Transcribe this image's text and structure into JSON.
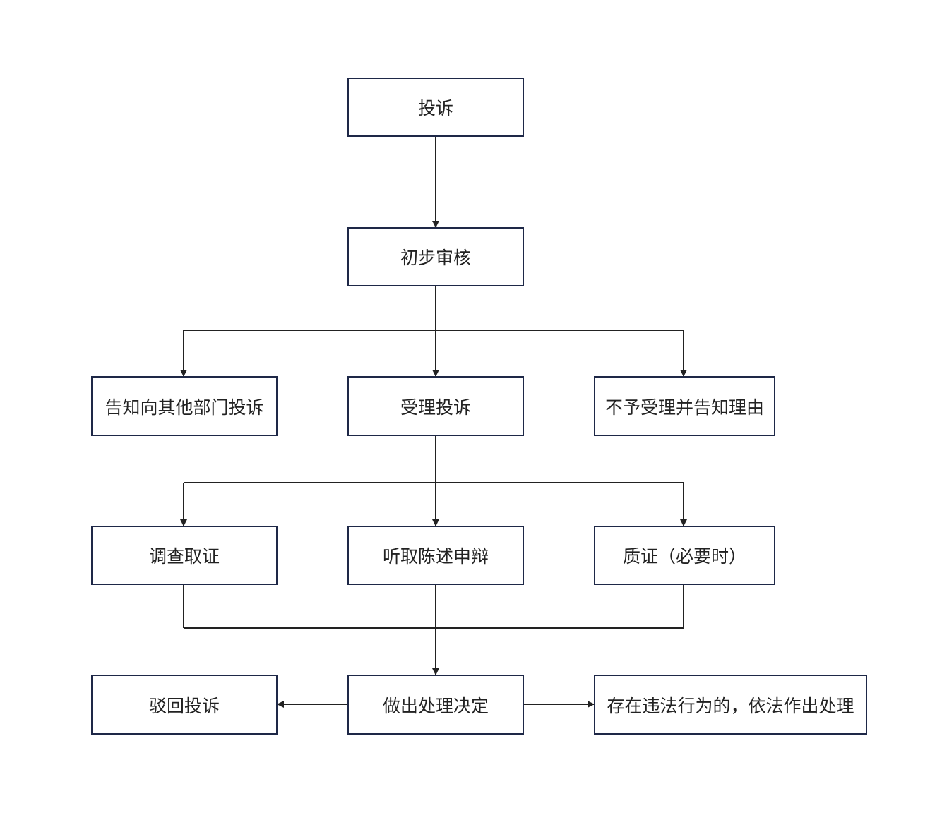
{
  "diagram": {
    "nodes": {
      "complaint": "投诉",
      "preliminary_review": "初步审核",
      "notify_other_dept": "告知向其他部门投诉",
      "accept_complaint": "受理投诉",
      "reject_with_reason": "不予受理并告知理由",
      "investigate": "调查取证",
      "hearing": "听取陈述申辩",
      "cross_examination": "质证（必要时）",
      "dismiss_complaint": "驳回投诉",
      "make_decision": "做出处理决定",
      "handle_violation": "存在违法行为的，依法作出处理"
    },
    "colors": {
      "border": "#1e2847",
      "line": "#222222",
      "text": "#222222",
      "background": "#ffffff"
    }
  }
}
